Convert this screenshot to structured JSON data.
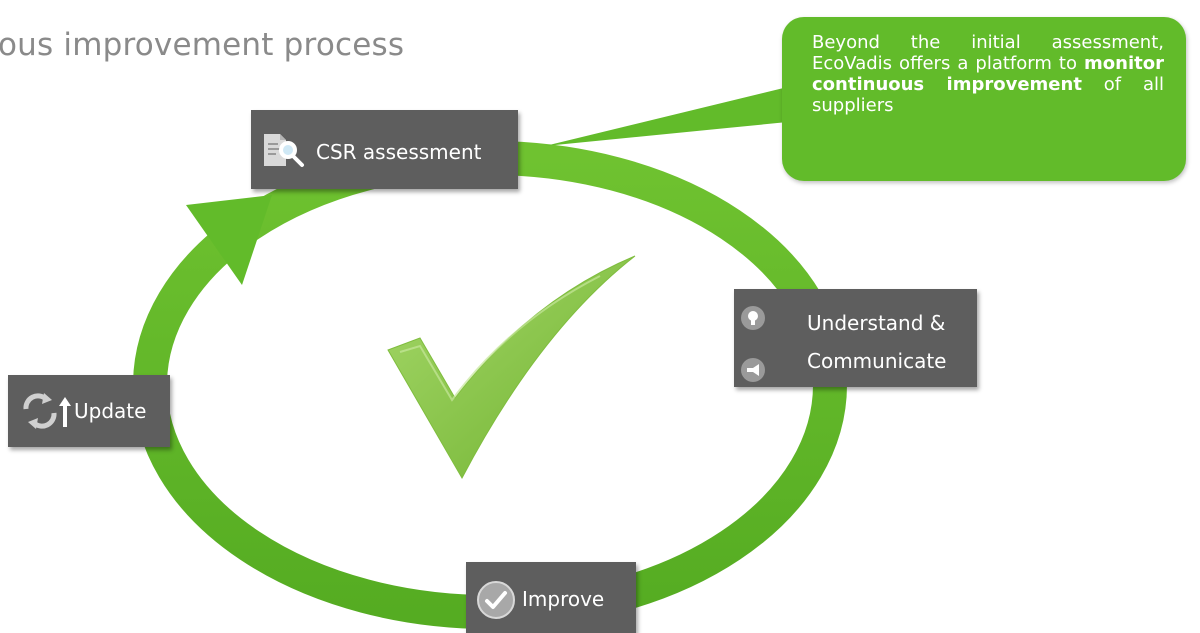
{
  "title": "ous improvement process",
  "steps": {
    "csr": {
      "label": "CSR assessment",
      "icon": "document-search-icon"
    },
    "understand": {
      "label_line1": "Understand &",
      "label_line2": "Communicate",
      "icon1": "lightbulb-icon",
      "icon2": "megaphone-icon"
    },
    "improve": {
      "label": "Improve",
      "icon": "checkmark-circle-icon"
    },
    "update": {
      "label": "Update",
      "icon": "refresh-arrows-icon"
    }
  },
  "callout": {
    "text_part1": "Beyond the initial assessment, EcoVadis offers a platform to ",
    "text_bold": "monitor continuous improvement",
    "text_part2": " of all suppliers"
  },
  "center_icon": "checkmark-icon",
  "colors": {
    "ring": "#62bb2a",
    "box": "#5e5e5e",
    "title": "#8a8a8a",
    "check": "#8ecb4a"
  }
}
